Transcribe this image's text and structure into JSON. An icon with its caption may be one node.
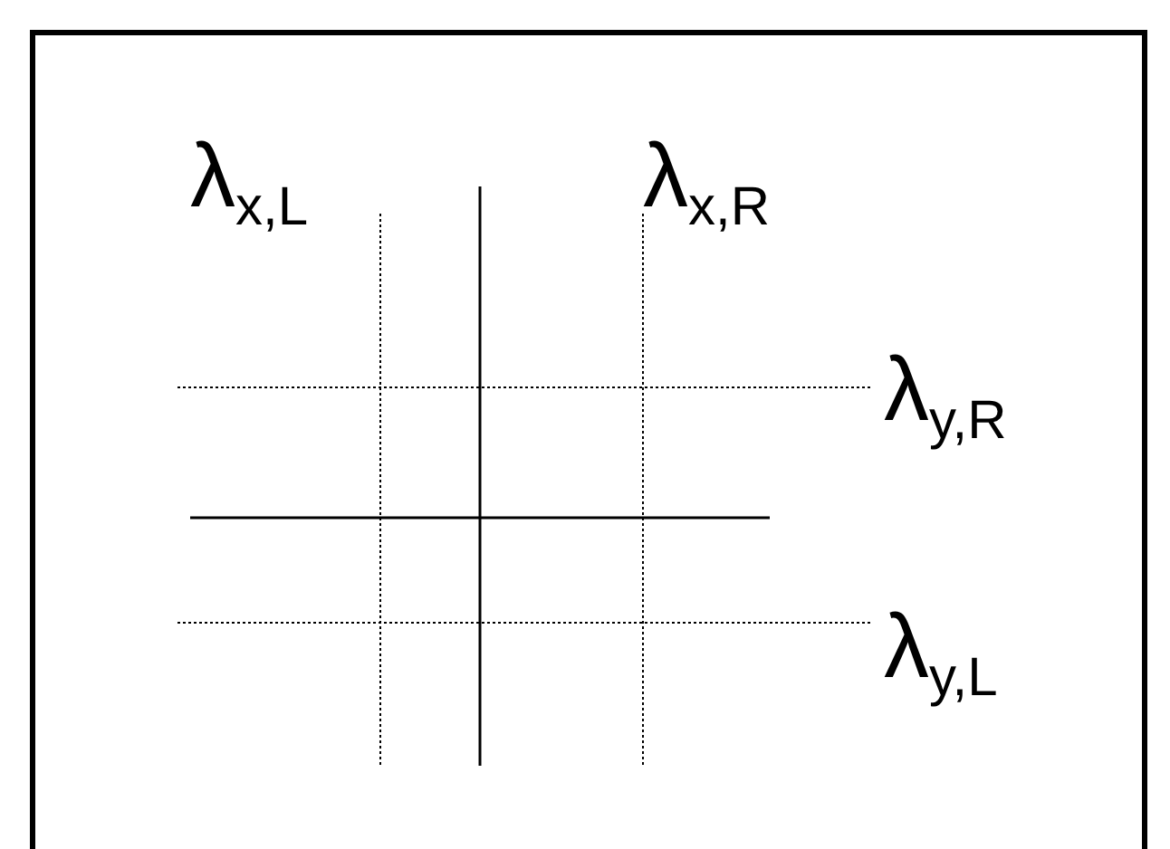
{
  "diagram": {
    "labels": [
      "λ$_{x,L}$",
      "λ$_{x,R}$",
      "λ$_{y,R}$",
      "λ$_{y,L}$"
    ]
  }
}
